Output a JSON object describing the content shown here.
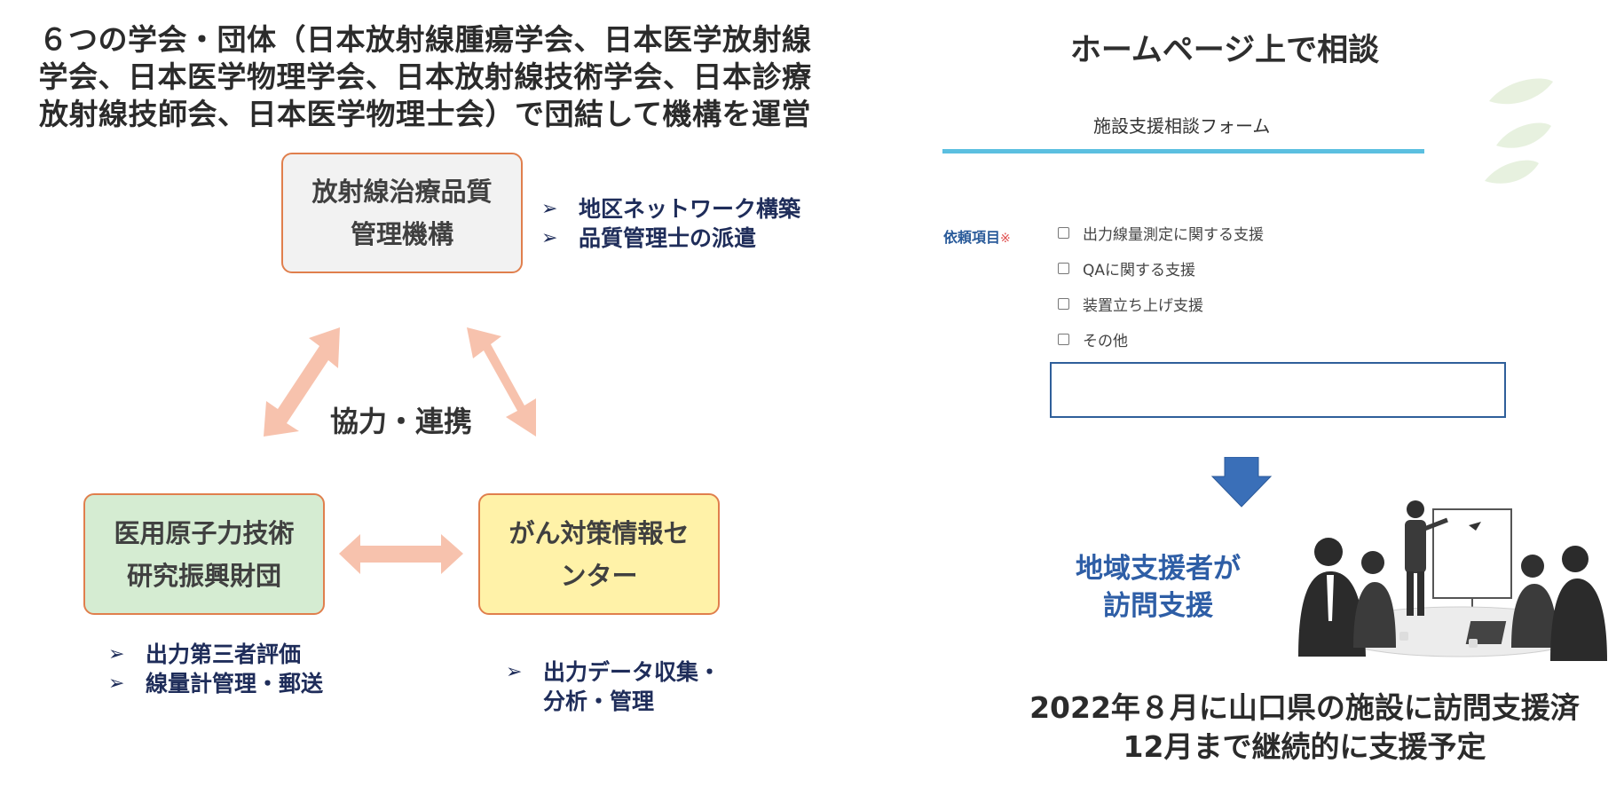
{
  "headline": {
    "line1": "６つの学会・団体（日本放射線腫瘍学会、日本医学放射線",
    "line2": "学会、日本医学物理学会、日本放射線技術学会、日本診療",
    "line3": "放射線技師会、日本医学物理士会）で団結して機構を運営"
  },
  "diagram": {
    "top_box": {
      "line1": "放射線治療品質",
      "line2": "管理機構",
      "bullets": [
        "地区ネットワーク構築",
        "品質管理士の派遣"
      ]
    },
    "left_box": {
      "line1": "医用原子力技術",
      "line2": "研究振興財団",
      "bullets": [
        "出力第三者評価",
        "線量計管理・郵送"
      ]
    },
    "right_box": {
      "line1": "がん対策情報セ",
      "line2": "ンター",
      "bullet_line1": "出力データ収集・",
      "bullet_line2": "分析・管理"
    },
    "cooperation_label": "協力・連携",
    "bullet_mark": "➢"
  },
  "consult": {
    "title": "ホームページ上で相談",
    "form_title": "施設支援相談フォーム",
    "field_label": "依頼項目",
    "required_mark": "※",
    "options": [
      "出力線量測定に関する支援",
      "QAに関する支援",
      "装置立ち上げ支援",
      "その他"
    ],
    "support_line1": "地域支援者が",
    "support_line2": "訪問支援",
    "footer_line1": "2022年８月に山口県の施設に訪問支援済",
    "footer_line2": "12月まで継続的に支援予定"
  },
  "colors": {
    "arrow_salmon": "#f7c2ad",
    "box_border": "#e07f4d",
    "underline_blue": "#5bbfe0",
    "down_arrow_blue": "#3a6fb8",
    "bullet_navy": "#1f2d5a",
    "support_blue": "#2e5ea6"
  },
  "icons": {
    "down_arrow": "down-arrow-icon",
    "meeting": "meeting-illustration",
    "leaf": "leaf-decoration"
  }
}
